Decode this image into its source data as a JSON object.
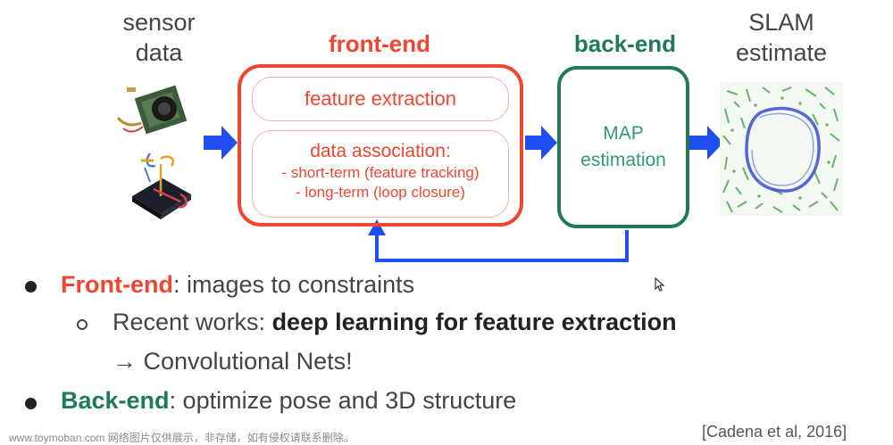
{
  "columns": {
    "sensor": {
      "line1": "sensor",
      "line2": "data"
    },
    "front_end": {
      "title": "front-end",
      "feature_extraction": "feature extraction",
      "association_title": "data association:",
      "association_items": [
        "- short-term (feature tracking)",
        "- long-term (loop closure)"
      ]
    },
    "back_end": {
      "title": "back-end",
      "line1": "MAP",
      "line2": "estimation"
    },
    "estimate": {
      "line1": "SLAM",
      "line2": "estimate"
    }
  },
  "bullets": {
    "b1_bold": "Front-end",
    "b1_rest": ": images to constraints",
    "sub_prefix": "Recent works: ",
    "sub_bold": "deep learning for feature extraction",
    "sub_line2": "→ Convolutional Nets!",
    "b2_bold": "Back-end",
    "b2_rest": ": optimize pose and 3D structure"
  },
  "citation": "[Cadena et al, 2016]",
  "watermark": "www.toymoban.com 网络图片仅供展示，非存储，如有侵权请联系删除。",
  "colors": {
    "front_end": "#f0462f",
    "back_end": "#1e7a5a",
    "arrow": "#1f4ff0"
  }
}
